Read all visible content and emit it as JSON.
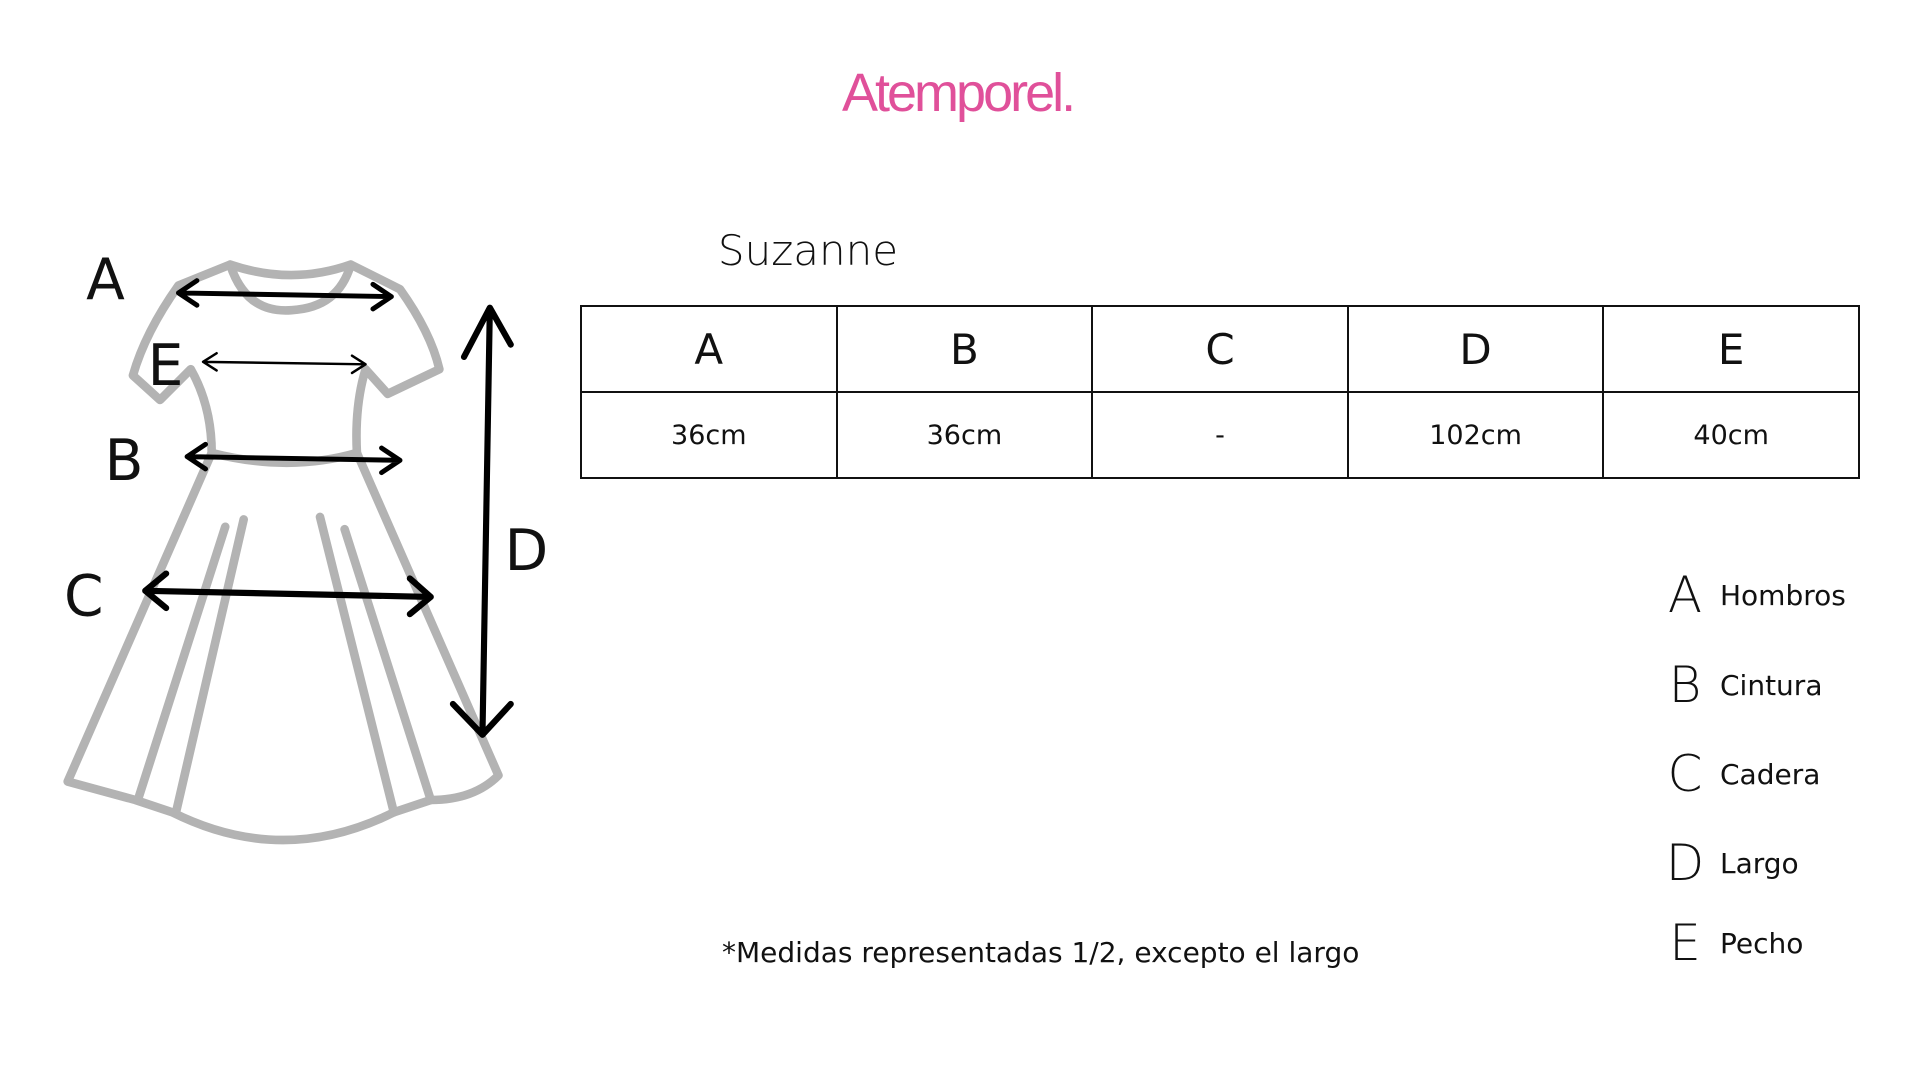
{
  "brand": {
    "logo": "Atemporel.",
    "color": "#e0509a"
  },
  "product": {
    "name": "Suzanne"
  },
  "table": {
    "headers": [
      "A",
      "B",
      "C",
      "D",
      "E"
    ],
    "values": [
      "36cm",
      "36cm",
      "-",
      "102cm",
      "40cm"
    ]
  },
  "diagram": {
    "labels": {
      "a": "A",
      "e": "E",
      "b": "B",
      "c": "C",
      "d": "D"
    }
  },
  "legend": [
    {
      "letter": "A",
      "label": "Hombros"
    },
    {
      "letter": "B",
      "label": "Cintura"
    },
    {
      "letter": "C",
      "label": "Cadera"
    },
    {
      "letter": "D",
      "label": "Largo"
    },
    {
      "letter": "E",
      "label": "Pecho"
    }
  ],
  "footnote": "*Medidas representadas 1/2, excepto el largo"
}
